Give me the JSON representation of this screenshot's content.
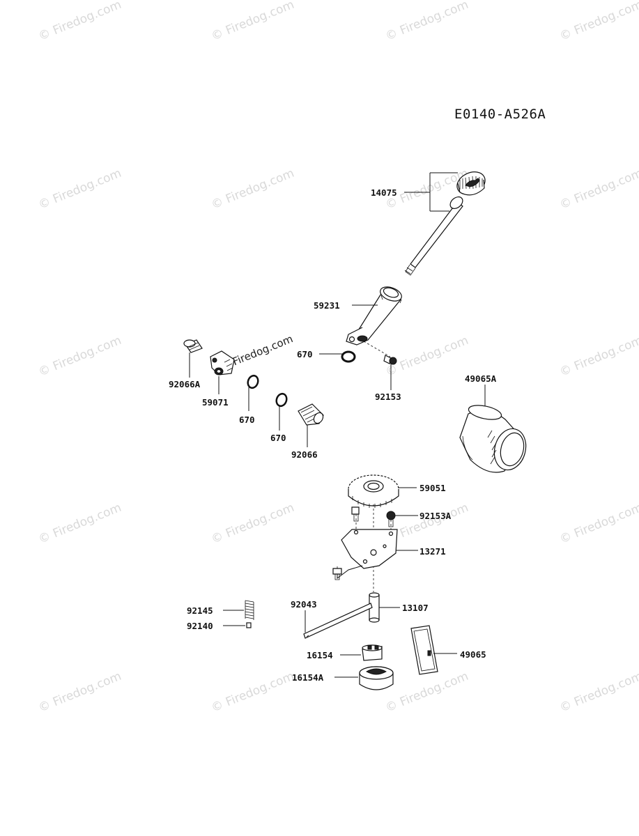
{
  "diagram_code": "E0140-A526A",
  "watermark": "© Firedog.com",
  "parts": {
    "p14075": "14075",
    "p59231": "59231",
    "p670_a": "670",
    "p92153": "92153",
    "p92066A": "92066A",
    "p59071": "59071",
    "p670_b": "670",
    "p670_c": "670",
    "p92066": "92066",
    "p49065A": "49065A",
    "p59051": "59051",
    "p92153A": "92153A",
    "p13271": "13271",
    "p92043": "92043",
    "p13107": "13107",
    "p92145": "92145",
    "p92140": "92140",
    "p16154": "16154",
    "p16154A": "16154A",
    "p49065": "49065"
  }
}
